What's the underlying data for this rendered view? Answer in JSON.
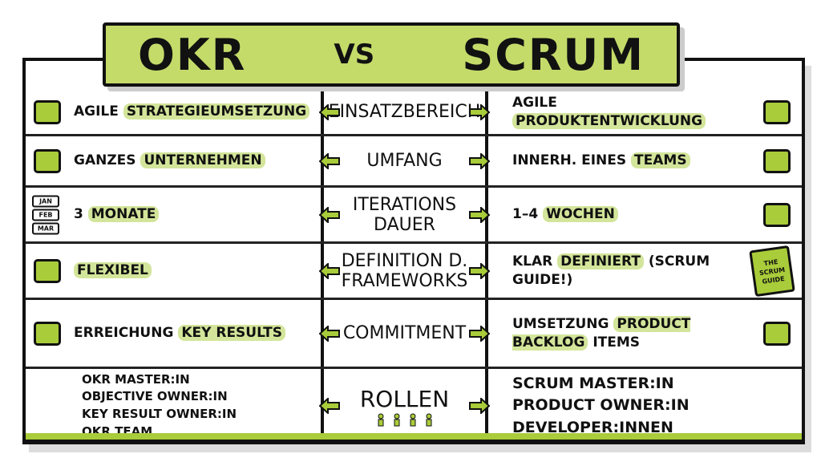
{
  "header": {
    "left": "OKR",
    "vs": "VS",
    "right": "SCRUM"
  },
  "rows": [
    {
      "category": "EINSATZBEREICH",
      "okr": [
        {
          "t": "AGILE ",
          "h": false
        },
        {
          "t": "STRATEGIEUMSETZUNG",
          "h": true
        }
      ],
      "scrum": [
        {
          "t": "AGILE ",
          "h": false
        },
        {
          "t": "PRODUKTENTWICKLUNG",
          "h": true
        }
      ]
    },
    {
      "category": "UMFANG",
      "okr": [
        {
          "t": "GANZES ",
          "h": false
        },
        {
          "t": "UNTERNEHMEN",
          "h": true
        }
      ],
      "scrum": [
        {
          "t": "INNERH. EINES ",
          "h": false
        },
        {
          "t": "TEAMS",
          "h": true
        }
      ]
    },
    {
      "category": "ITERATIONS DAUER",
      "okr": [
        {
          "t": "3 ",
          "h": false
        },
        {
          "t": "MONATE",
          "h": true
        }
      ],
      "scrum": [
        {
          "t": "1–4 ",
          "h": false
        },
        {
          "t": "WOCHEN",
          "h": true
        }
      ]
    },
    {
      "category": "DEFINITION D. FRAMEWORKS",
      "okr": [
        {
          "t": "FLEXIBEL",
          "h": true
        }
      ],
      "scrum": [
        {
          "t": "KLAR ",
          "h": false
        },
        {
          "t": "DEFINIERT",
          "h": true
        },
        {
          "t": " (SCRUM GUIDE!)",
          "h": false
        }
      ]
    },
    {
      "category": "COMMITMENT",
      "okr": [
        {
          "t": "ERREICHUNG ",
          "h": false
        },
        {
          "t": "KEY RESULTS",
          "h": true
        }
      ],
      "scrum": [
        {
          "t": "UMSETZUNG ",
          "h": false
        },
        {
          "t": "PRODUCT BACKLOG",
          "h": true
        },
        {
          "t": " ITEMS",
          "h": false
        }
      ]
    },
    {
      "category": "ROLLEN"
    }
  ],
  "calendar_months": [
    "JAN",
    "FEB",
    "MAR"
  ],
  "scrum_guide_book": "THE SCRUM GUIDE",
  "okr_roles": [
    "OKR MASTER:IN",
    "OBJECTIVE OWNER:IN",
    "KEY RESULT OWNER:IN",
    "OKR TEAM"
  ],
  "scrum_roles": [
    "SCRUM MASTER:IN",
    "PRODUCT OWNER:IN",
    "DEVELOPER:INNEN"
  ]
}
